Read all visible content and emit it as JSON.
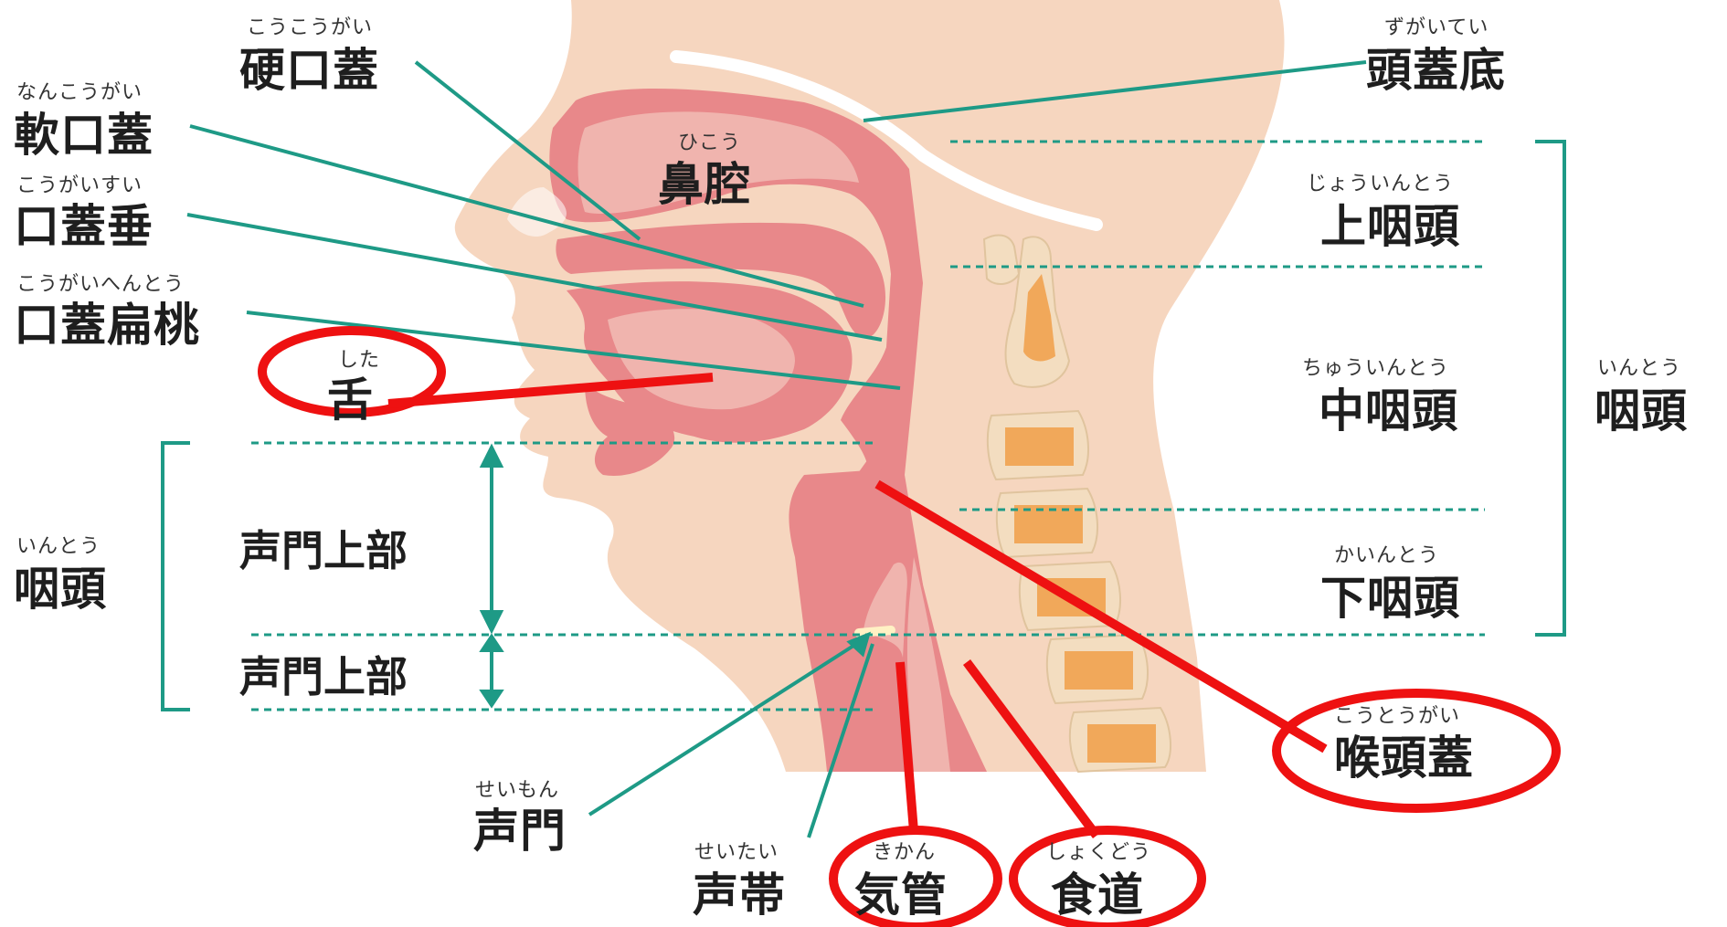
{
  "labels": {
    "hard_palate": {
      "ruby": "こうこうがい",
      "text": "硬口蓋"
    },
    "soft_palate": {
      "ruby": "なんこうがい",
      "text": "軟口蓋"
    },
    "uvula": {
      "ruby": "こうがいすい",
      "text": "口蓋垂"
    },
    "tonsil": {
      "ruby": "こうがいへんとう",
      "text": "口蓋扁桃"
    },
    "tongue": {
      "ruby": "した",
      "text": "舌"
    },
    "pharynx_left": {
      "ruby": "いんとう",
      "text": "咽頭"
    },
    "supraglottic_1": {
      "text": "声門上部"
    },
    "supraglottic_2": {
      "text": "声門上部"
    },
    "glottis": {
      "ruby": "せいもん",
      "text": "声門"
    },
    "vocal_cord": {
      "ruby": "せいたい",
      "text": "声帯"
    },
    "trachea": {
      "ruby": "きかん",
      "text": "気管"
    },
    "esophagus": {
      "ruby": "しょくどう",
      "text": "食道"
    },
    "nasal_cavity": {
      "ruby": "ひこう",
      "text": "鼻腔"
    },
    "skull_base": {
      "ruby": "ずがいてい",
      "text": "頭蓋底"
    },
    "nasopharynx": {
      "ruby": "じょういんとう",
      "text": "上咽頭"
    },
    "oropharynx": {
      "ruby": "ちゅういんとう",
      "text": "中咽頭"
    },
    "hypopharynx": {
      "ruby": "かいんとう",
      "text": "下咽頭"
    },
    "pharynx_right": {
      "ruby": "いんとう",
      "text": "咽頭"
    },
    "epiglottis": {
      "ruby": "こうとうがい",
      "text": "喉頭蓋"
    }
  },
  "colors": {
    "skin": "#f6d6bf",
    "tissue": "#e8888a",
    "cavity": "#f0b4ae",
    "bone": "#f3ddc0",
    "bone_core": "#f1a85a",
    "leader": "#1e9a86",
    "highlight": "#ee1111"
  }
}
